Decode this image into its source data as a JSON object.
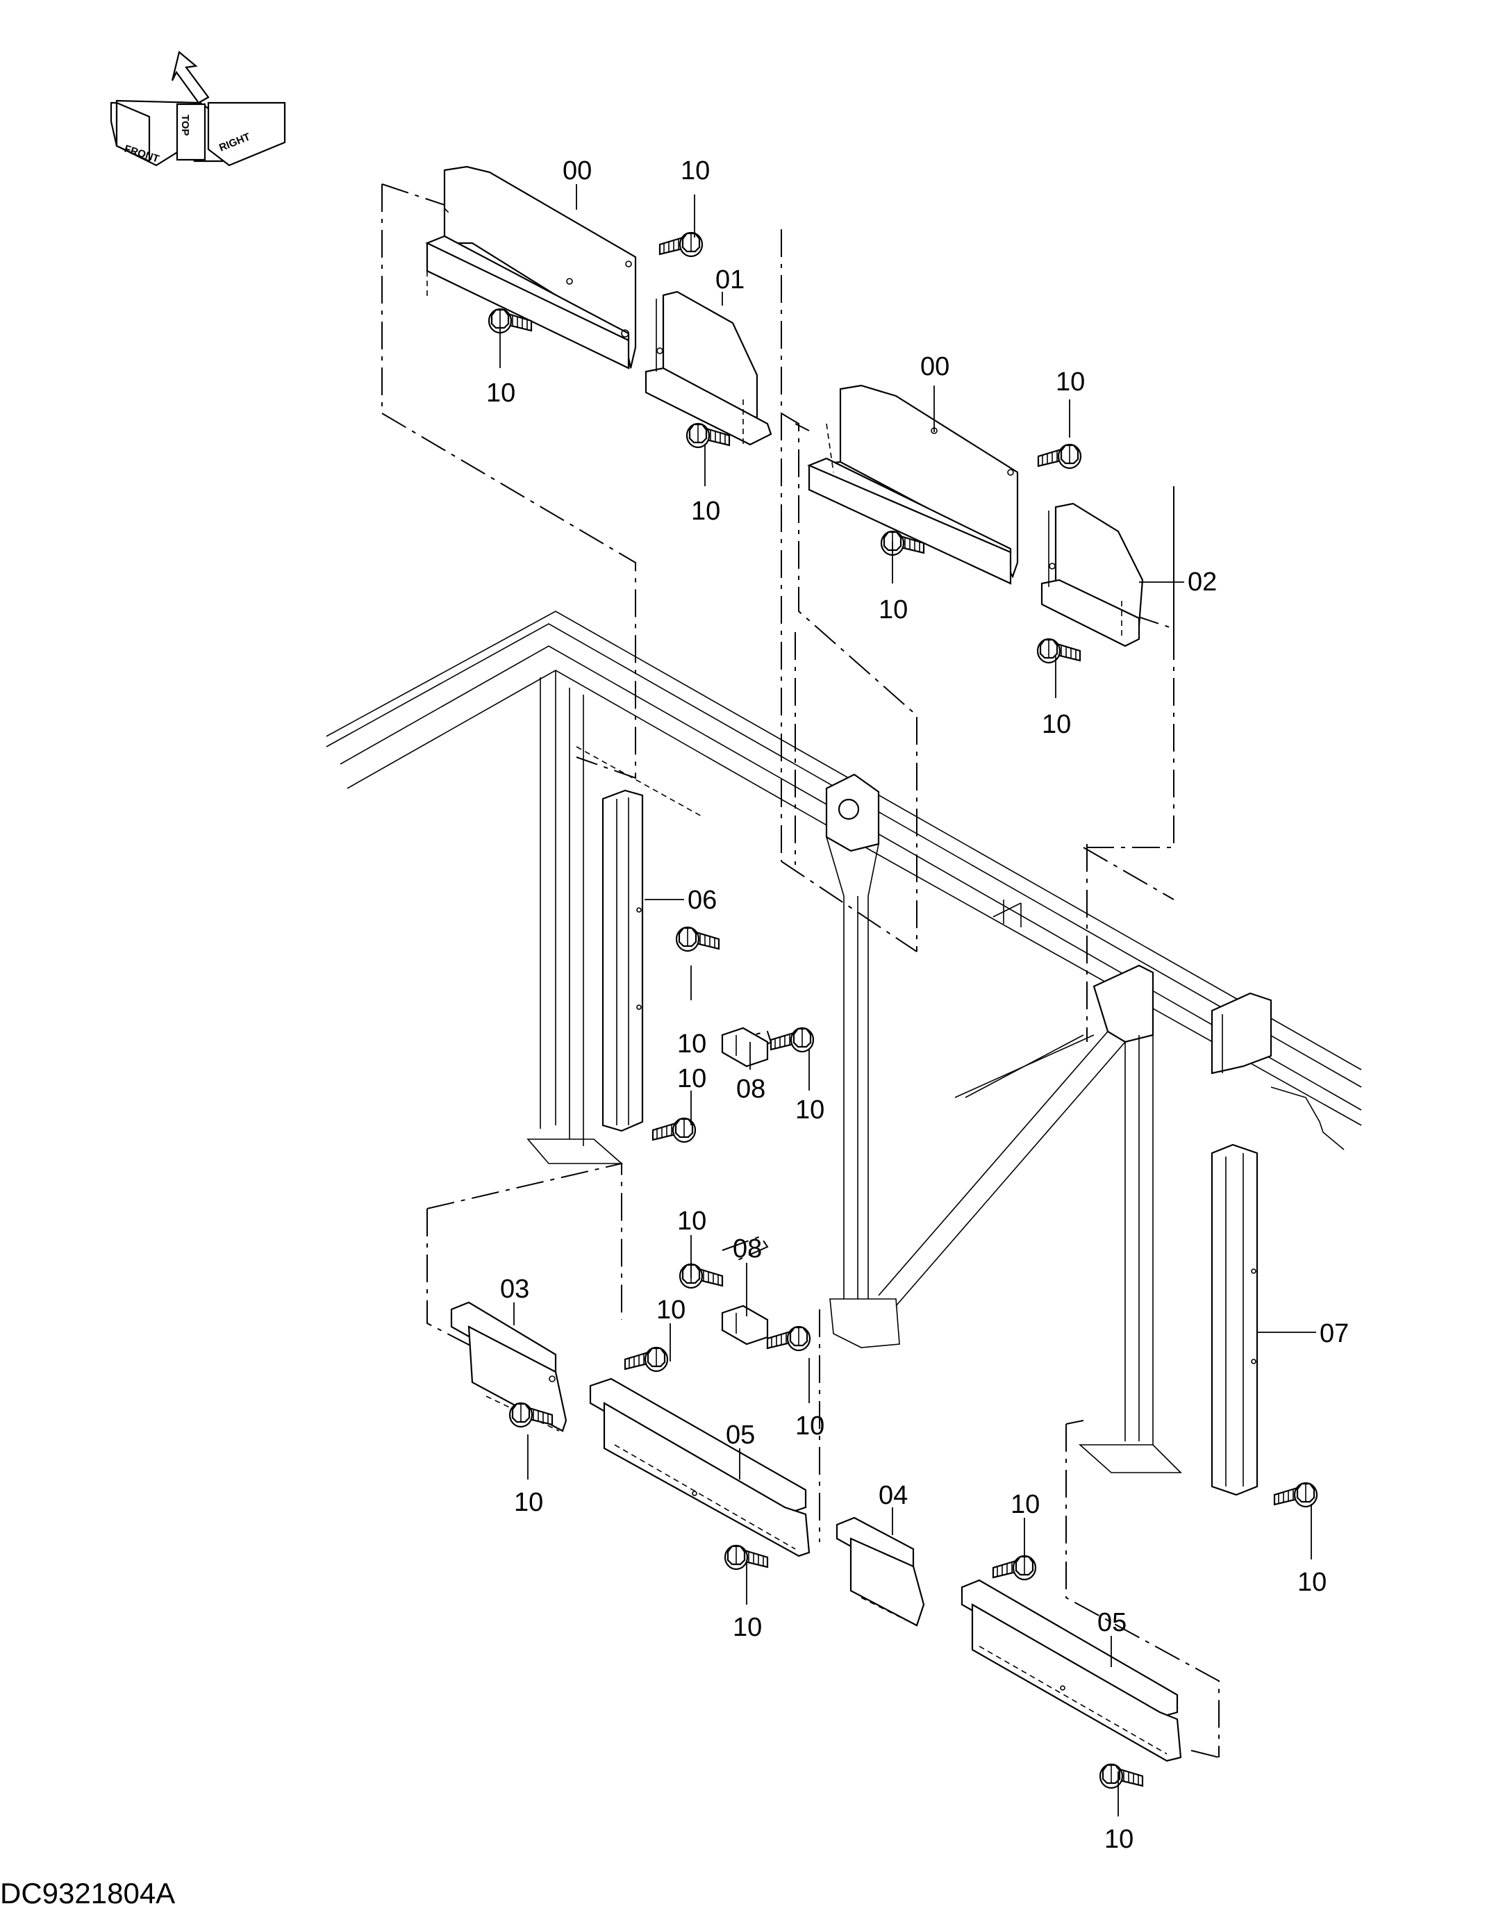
{
  "drawing": {
    "document_id": "DC9321804A",
    "orientation": {
      "front": "FRONT",
      "top": "TOP",
      "right": "RIGHT"
    },
    "callouts": [
      {
        "id": "c-00-a",
        "text": "00"
      },
      {
        "id": "c-10-a",
        "text": "10"
      },
      {
        "id": "c-01",
        "text": "01"
      },
      {
        "id": "c-10-b",
        "text": "10"
      },
      {
        "id": "c-10-c",
        "text": "10"
      },
      {
        "id": "c-00-b",
        "text": "00"
      },
      {
        "id": "c-10-d",
        "text": "10"
      },
      {
        "id": "c-10-e",
        "text": "10"
      },
      {
        "id": "c-02",
        "text": "02"
      },
      {
        "id": "c-10-f",
        "text": "10"
      },
      {
        "id": "c-06",
        "text": "06"
      },
      {
        "id": "c-10-g",
        "text": "10"
      },
      {
        "id": "c-08-a",
        "text": "08"
      },
      {
        "id": "c-10-h",
        "text": "10"
      },
      {
        "id": "c-10-i",
        "text": "10"
      },
      {
        "id": "c-10-j",
        "text": "10"
      },
      {
        "id": "c-08-b",
        "text": "08"
      },
      {
        "id": "c-03",
        "text": "03"
      },
      {
        "id": "c-10-k",
        "text": "10"
      },
      {
        "id": "c-10-l",
        "text": "10"
      },
      {
        "id": "c-05-a",
        "text": "05"
      },
      {
        "id": "c-10-m",
        "text": "10"
      },
      {
        "id": "c-10-n",
        "text": "10"
      },
      {
        "id": "c-07",
        "text": "07"
      },
      {
        "id": "c-04",
        "text": "04"
      },
      {
        "id": "c-10-o",
        "text": "10"
      },
      {
        "id": "c-10-p",
        "text": "10"
      },
      {
        "id": "c-05-b",
        "text": "05"
      },
      {
        "id": "c-10-q",
        "text": "10"
      }
    ]
  }
}
